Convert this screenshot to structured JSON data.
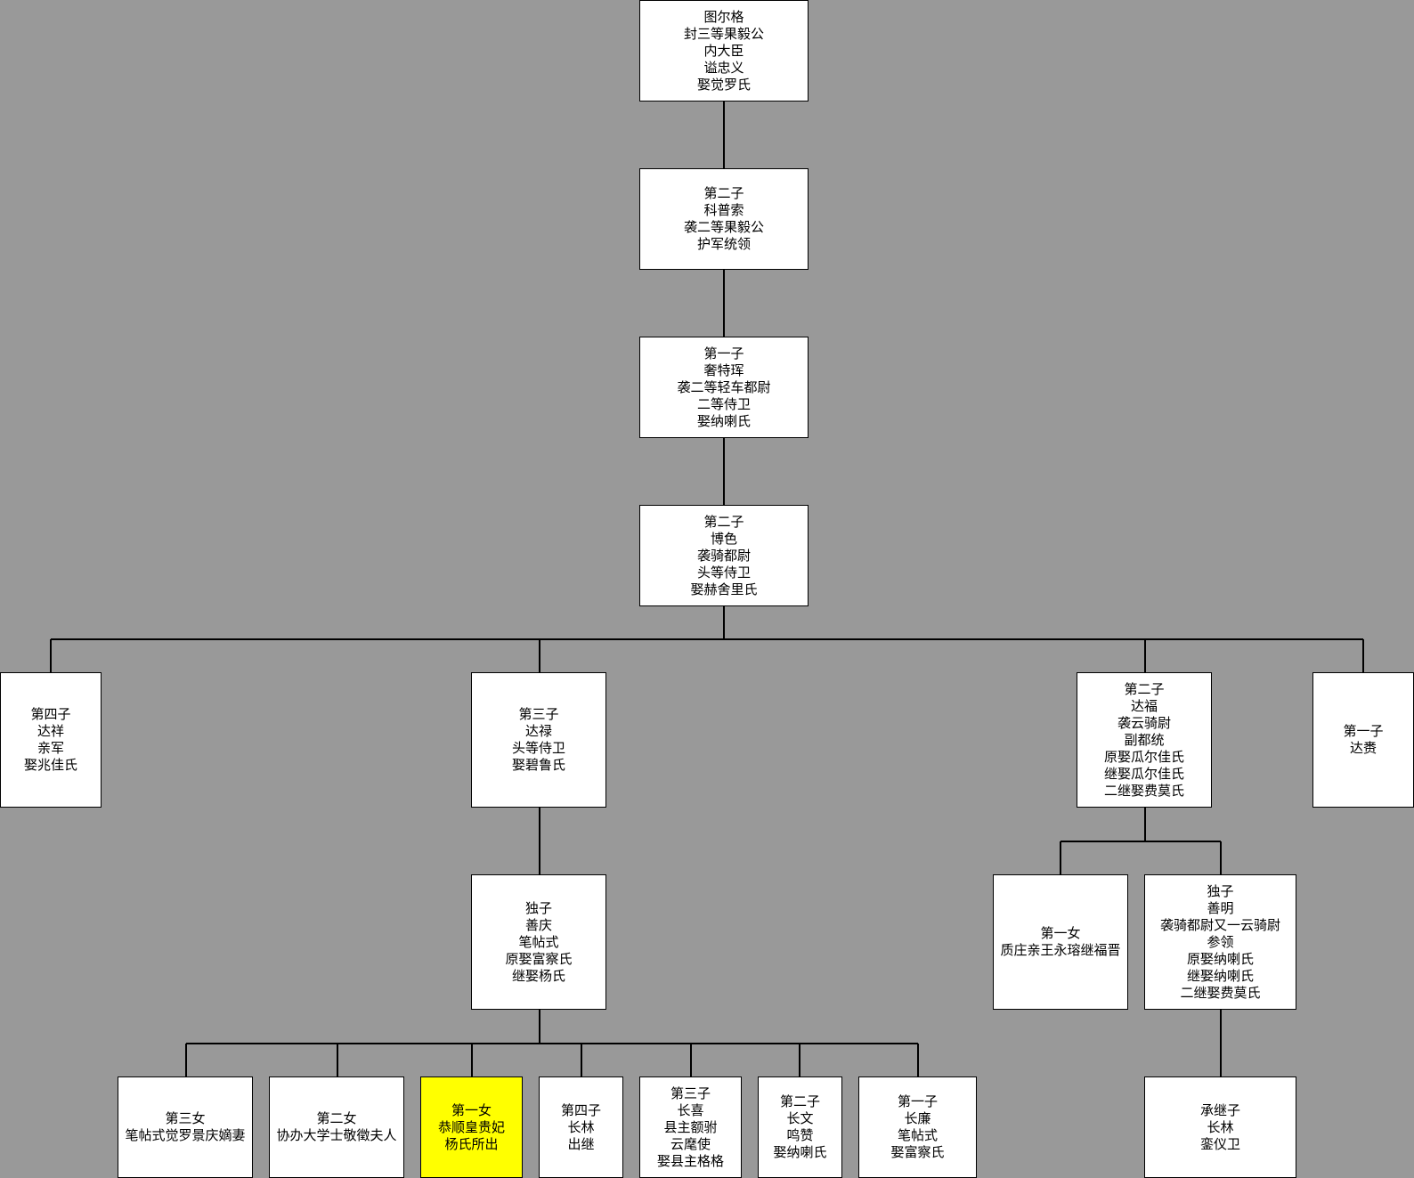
{
  "nodes": {
    "n_root": {
      "lines": [
        "图尔格",
        "封三等果毅公",
        "内大臣",
        "谥忠义",
        "娶觉罗氏"
      ]
    },
    "n_kepusuo": {
      "lines": [
        "第二子",
        "科普索",
        "袭二等果毅公",
        "护军统领"
      ]
    },
    "n_shetehui": {
      "lines": [
        "第一子",
        "奢特珲",
        "袭二等轻车都尉",
        "二等侍卫",
        "娶纳喇氏"
      ]
    },
    "n_bose": {
      "lines": [
        "第二子",
        "博色",
        "袭骑都尉",
        "头等侍卫",
        "娶赫舍里氏"
      ]
    },
    "n_daxiang": {
      "lines": [
        "第四子",
        "达祥",
        "亲军",
        "娶兆佳氏"
      ]
    },
    "n_dalu": {
      "lines": [
        "第三子",
        "达禄",
        "头等侍卫",
        "娶碧鲁氏"
      ]
    },
    "n_dafu": {
      "lines": [
        "第二子",
        "达福",
        "袭云骑尉",
        "副都统",
        "原娶瓜尔佳氏",
        "继娶瓜尔佳氏",
        "二继娶费莫氏"
      ]
    },
    "n_dalai": {
      "lines": [
        "第一子",
        "达赉"
      ]
    },
    "n_shanqing": {
      "lines": [
        "独子",
        "善庆",
        "笔帖式",
        "原娶富察氏",
        "继娶杨氏"
      ]
    },
    "n_daughter1_dafu": {
      "lines": [
        "第一女",
        "质庄亲王永瑢继福晋"
      ]
    },
    "n_shanming": {
      "lines": [
        "独子",
        "善明",
        "袭骑都尉又一云骑尉",
        "参领",
        "原娶纳喇氏",
        "继娶纳喇氏",
        "二继娶费莫氏"
      ]
    },
    "n_nv3": {
      "lines": [
        "第三女",
        "笔帖式觉罗景庆嫡妻"
      ]
    },
    "n_nv2": {
      "lines": [
        "第二女",
        "协办大学士敬徵夫人"
      ]
    },
    "n_nv1": {
      "lines": [
        "第一女",
        "恭顺皇贵妃",
        "杨氏所出"
      ]
    },
    "n_changlin": {
      "lines": [
        "第四子",
        "长林",
        "出继"
      ]
    },
    "n_changxi": {
      "lines": [
        "第三子",
        "长喜",
        "县主额驸",
        "云麾使",
        "娶县主格格"
      ]
    },
    "n_changwen": {
      "lines": [
        "第二子",
        "长文",
        "鸣赞",
        "娶纳喇氏"
      ]
    },
    "n_changlian": {
      "lines": [
        "第一子",
        "长廉",
        "笔帖式",
        "娶富察氏"
      ]
    },
    "n_heir": {
      "lines": [
        "承继子",
        "长林",
        "銮仪卫"
      ]
    }
  },
  "colors": {
    "background": "#999999",
    "node_fill": "#ffffff",
    "highlight_fill": "#ffff00",
    "line": "#000000"
  }
}
